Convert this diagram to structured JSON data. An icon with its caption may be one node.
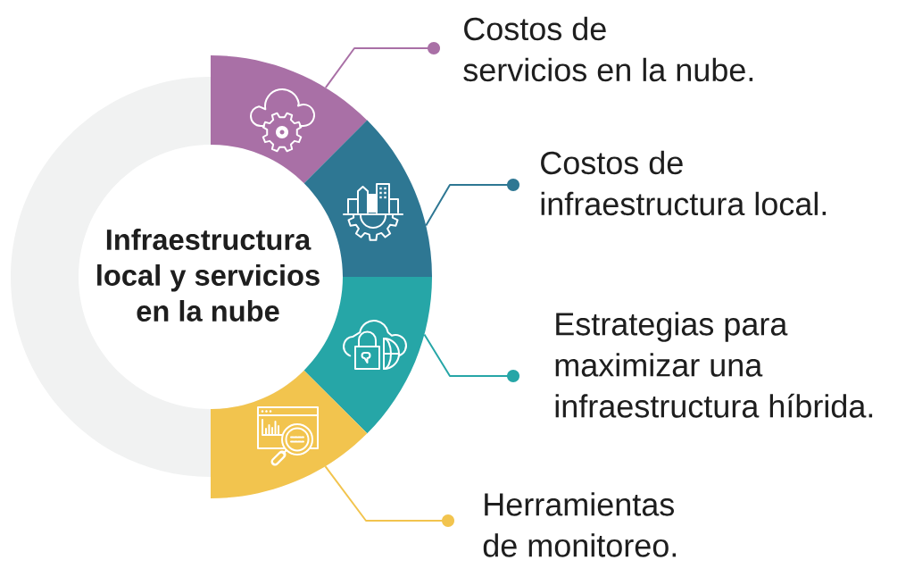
{
  "diagram": {
    "nodes": [
      {
        "text": [
          "Infraestructura local y servicios en la nube"
        ]
      },
      {
        "text": [],
        "shape": "segment"
      },
      {
        "text": [],
        "shape": "segment"
      },
      {
        "text": [],
        "shape": "segment"
      },
      {
        "text": [],
        "shape": "segment"
      },
      {
        "text": [
          "Costos de servicios en la nube."
        ]
      },
      {
        "text": [
          "Costos de infraestructura local."
        ]
      },
      {
        "text": [
          "Estrategias para maximizar una infraestructura híbrida."
        ]
      },
      {
        "text": [
          "Herramientas de monitoreo."
        ]
      }
    ],
    "edges": [
      {
        "from": 5,
        "to": 1,
        "arrow": "other",
        "color": "#a970a6"
      },
      {
        "from": 6,
        "to": 2,
        "arrow": "other",
        "color": "#2e7793"
      },
      {
        "from": 7,
        "to": 3,
        "arrow": "other",
        "color": "#26a6a7"
      },
      {
        "from": 8,
        "to": 4,
        "arrow": "other",
        "color": "#f2c44e"
      }
    ]
  }
}
